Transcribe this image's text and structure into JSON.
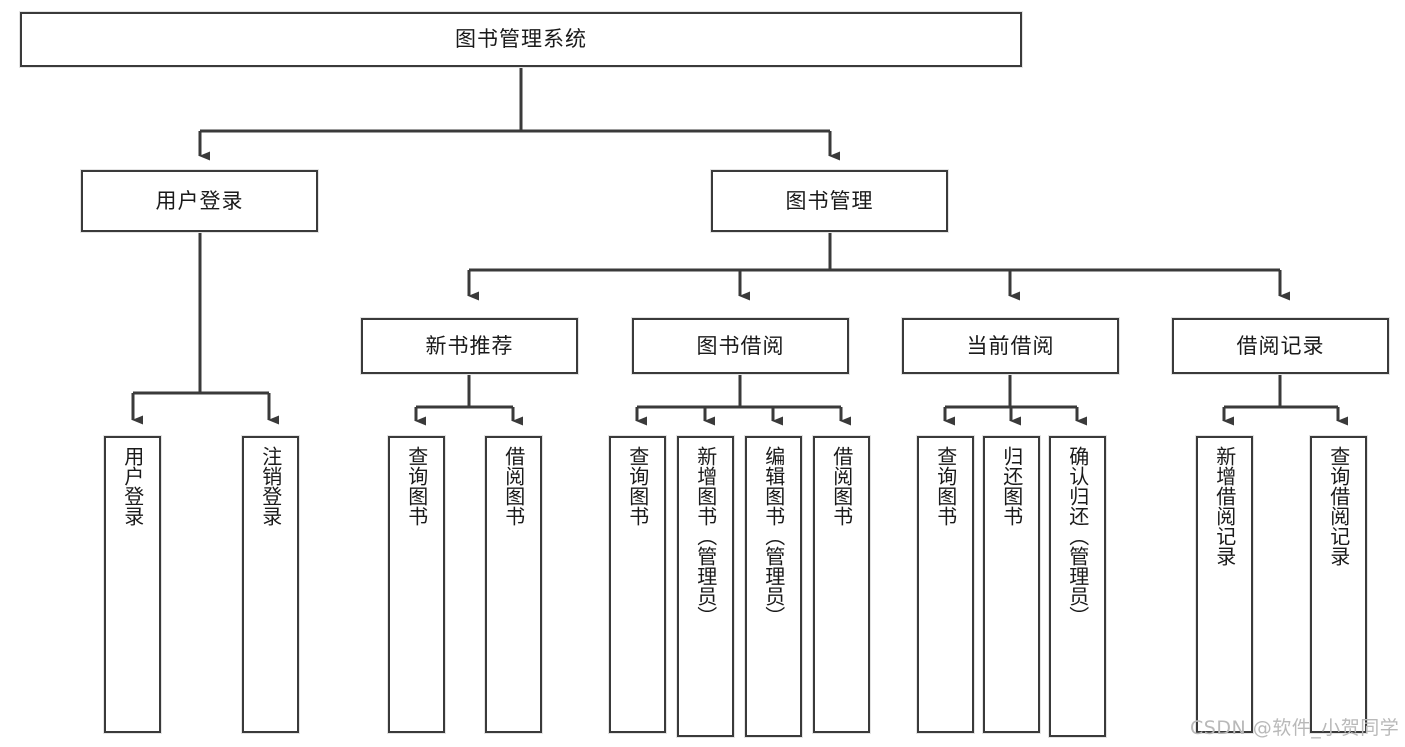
{
  "diagram": {
    "title": "图书管理系统",
    "type": "tree-hierarchy-chart"
  },
  "nodes": {
    "root": {
      "label": "图书管理系统"
    },
    "level2": [
      {
        "id": "user-login",
        "label": "用户登录"
      },
      {
        "id": "book-manage",
        "label": "图书管理"
      }
    ],
    "level3": [
      {
        "id": "new-book-recommend",
        "label": "新书推荐"
      },
      {
        "id": "book-borrow",
        "label": "图书借阅"
      },
      {
        "id": "current-borrow",
        "label": "当前借阅"
      },
      {
        "id": "borrow-record",
        "label": "借阅记录"
      }
    ],
    "leaves": {
      "user_login": [
        {
          "id": "leaf-user-login",
          "label": "用户登录"
        },
        {
          "id": "leaf-logout",
          "label": "注销登录"
        }
      ],
      "new_book_recommend": [
        {
          "id": "leaf-query-book-1",
          "label": "查询图书"
        },
        {
          "id": "leaf-borrow-book-1",
          "label": "借阅图书"
        }
      ],
      "book_borrow": [
        {
          "id": "leaf-query-book-2",
          "label": "查询图书"
        },
        {
          "id": "leaf-add-book",
          "label": "新增图书（管理员）"
        },
        {
          "id": "leaf-edit-book",
          "label": "编辑图书（管理员）"
        },
        {
          "id": "leaf-borrow-book-2",
          "label": "借阅图书"
        }
      ],
      "current_borrow": [
        {
          "id": "leaf-query-book-3",
          "label": "查询图书"
        },
        {
          "id": "leaf-return-book",
          "label": "归还图书"
        },
        {
          "id": "leaf-confirm-return",
          "label": "确认归还（管理员）"
        }
      ],
      "borrow_record": [
        {
          "id": "leaf-add-record",
          "label": "新增借阅记录"
        },
        {
          "id": "leaf-query-record",
          "label": "查询借阅记录"
        }
      ]
    }
  },
  "watermark": {
    "text": "CSDN @软件_小贺同学"
  },
  "colors": {
    "stroke": "#3a3a3a",
    "fill": "#ffffff",
    "text": "#1a1a1a",
    "watermark": "#b9b9b9"
  }
}
